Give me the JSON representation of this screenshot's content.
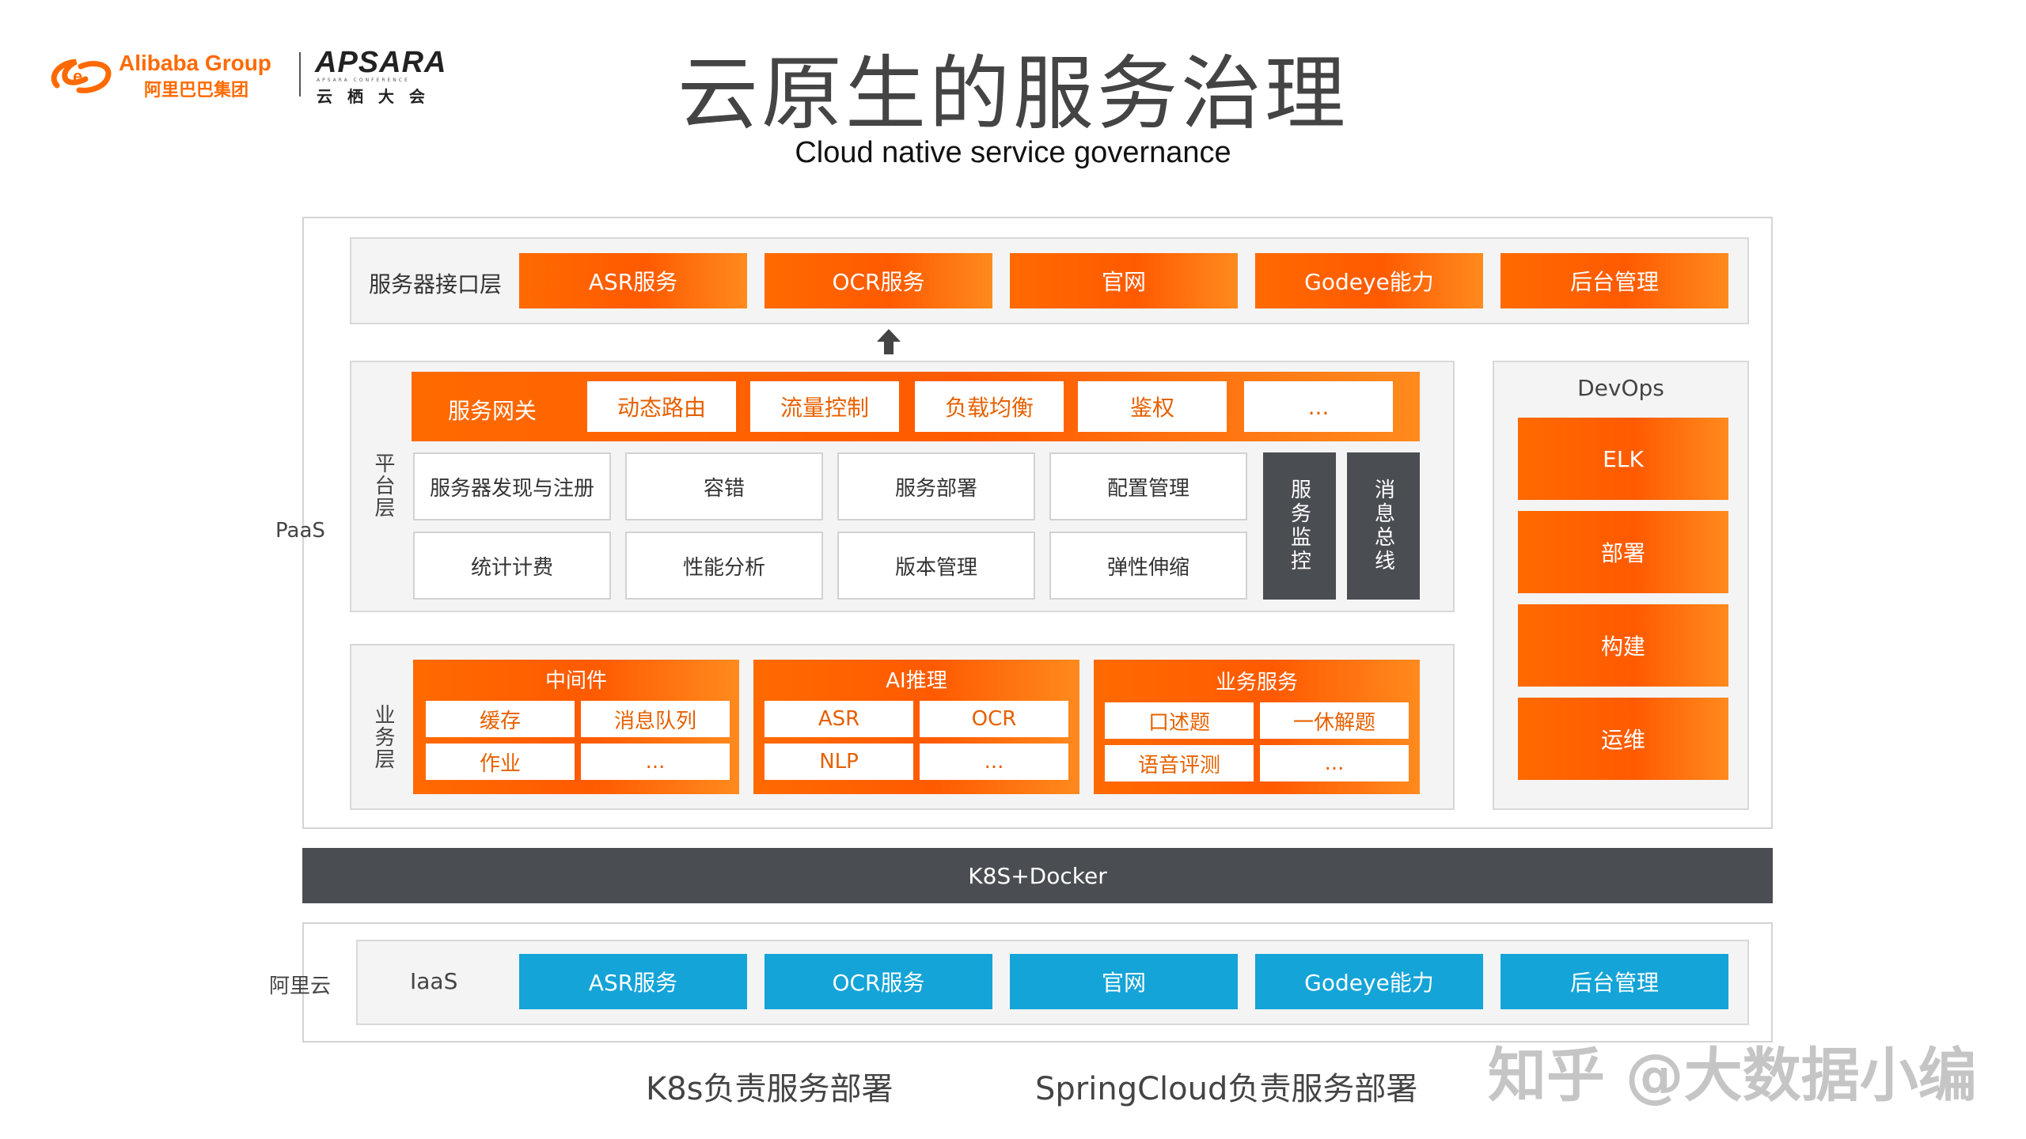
{
  "header": {
    "alibaba_logo": "Alibaba Group",
    "alibaba_cn": "阿里巴巴集团",
    "apsara_logo": "APSARA",
    "apsara_sub": "APSARA CONFERENCE",
    "apsara_cn": "云 栖 大 会",
    "title": "云原生的服务治理",
    "subtitle": "Cloud native service governance"
  },
  "labels": {
    "paas": "PaaS",
    "aliyun": "阿里云",
    "iaas": "IaaS",
    "platform_layer": "平台层",
    "business_layer": "业务层",
    "devops": "DevOps",
    "k8s": "K8S+Docker"
  },
  "interface_layer": {
    "label": "服务器接口层",
    "items": [
      "ASR服务",
      "OCR服务",
      "官网",
      "Godeye能力",
      "后台管理"
    ]
  },
  "gateway": {
    "label": "服务网关",
    "items": [
      "动态路由",
      "流量控制",
      "负载均衡",
      "鉴权",
      "..."
    ]
  },
  "platform_grid": {
    "row1": [
      "服务器发现与注册",
      "容错",
      "服务部署",
      "配置管理"
    ],
    "row2": [
      "统计计费",
      "性能分析",
      "版本管理",
      "弹性伸缩"
    ],
    "monitor": "服务监控",
    "bus": "消息总线"
  },
  "business": {
    "middleware": {
      "title": "中间件",
      "items": [
        "缓存",
        "消息队列",
        "作业",
        "..."
      ]
    },
    "ai": {
      "title": "AI推理",
      "items": [
        "ASR",
        "OCR",
        "NLP",
        "..."
      ]
    },
    "service": {
      "title": "业务服务",
      "items": [
        "口述题",
        "一休解题",
        "语音评测",
        "..."
      ]
    }
  },
  "devops_items": [
    "ELK",
    "部署",
    "构建",
    "运维"
  ],
  "iaas_items": [
    "ASR服务",
    "OCR服务",
    "官网",
    "Godeye能力",
    "后台管理"
  ],
  "footer": {
    "left": "K8s负责服务部署",
    "right": "SpringCloud负责服务部署",
    "watermark": "知乎 @大数据小编"
  },
  "colors": {
    "orange": "#ff6a00",
    "blue": "#14a4d8",
    "dark": "#4a4d52"
  }
}
